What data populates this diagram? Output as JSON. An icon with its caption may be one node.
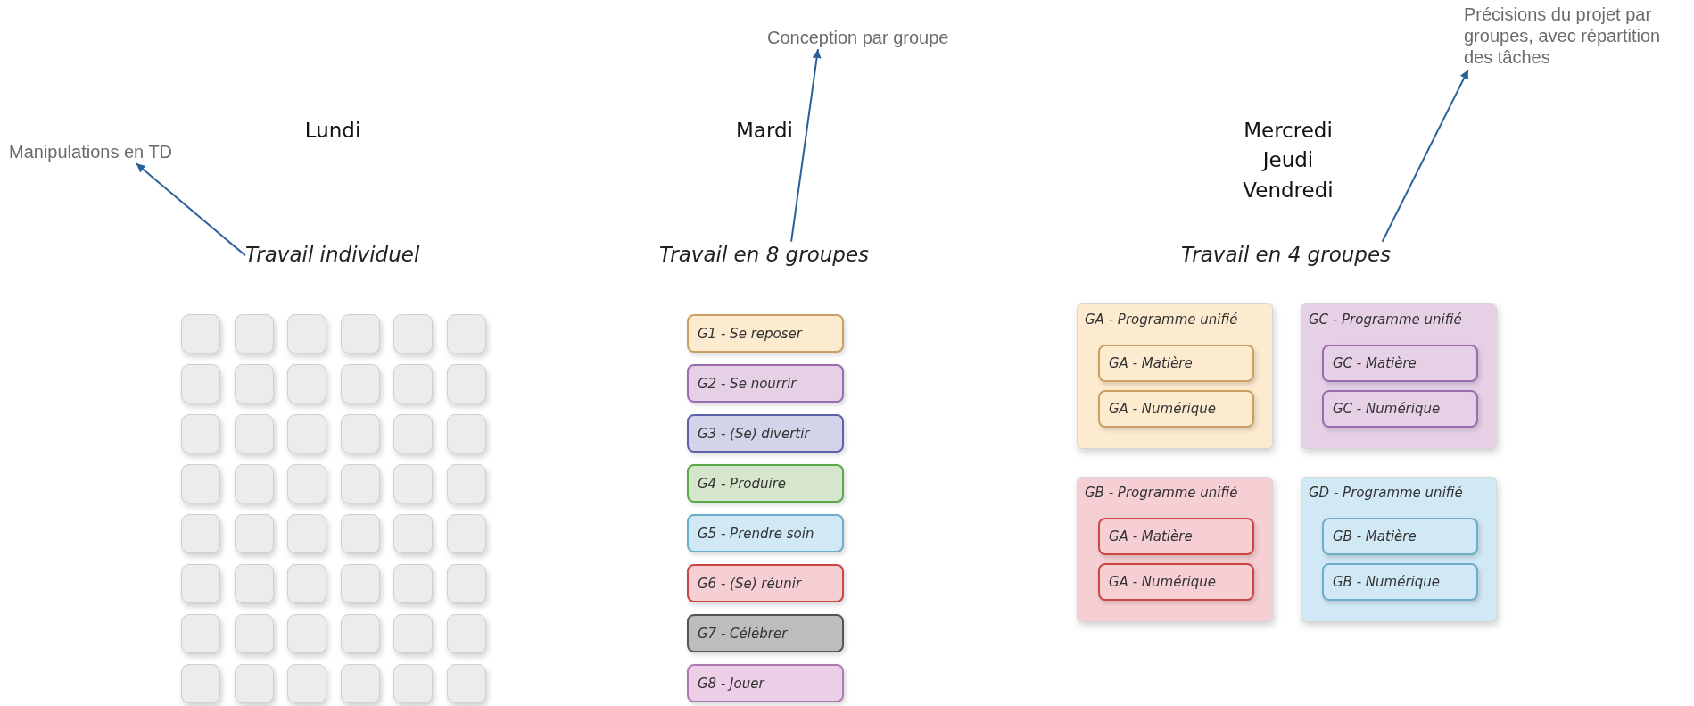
{
  "diagram": {
    "nodes": [
      {
        "text": [
          "Manipulations en TD"
        ]
      },
      {
        "text": [
          "Travail individuel"
        ]
      },
      {
        "text": [
          "Conception par groupe"
        ]
      },
      {
        "text": [
          "Travail en 8 groupes"
        ]
      },
      {
        "text": [
          "Précisions du projet par groupes, avec répartition des tâches"
        ]
      },
      {
        "text": [
          "Travail en 4 groupes"
        ]
      },
      {
        "text": [],
        "shape": "box"
      },
      {
        "text": [],
        "shape": "box"
      },
      {
        "text": [],
        "shape": "box"
      },
      {
        "text": [],
        "shape": "box"
      },
      {
        "text": [],
        "shape": "box"
      },
      {
        "text": [],
        "shape": "box"
      },
      {
        "text": [],
        "shape": "box"
      },
      {
        "text": [],
        "shape": "box"
      },
      {
        "text": [],
        "shape": "box"
      },
      {
        "text": [],
        "shape": "box"
      },
      {
        "text": [],
        "shape": "box"
      },
      {
        "text": [],
        "shape": "box"
      },
      {
        "text": [],
        "shape": "box"
      },
      {
        "text": [],
        "shape": "box"
      },
      {
        "text": [],
        "shape": "box"
      },
      {
        "text": [],
        "shape": "box"
      },
      {
        "text": [],
        "shape": "box"
      },
      {
        "text": [],
        "shape": "box"
      },
      {
        "text": [],
        "shape": "box"
      },
      {
        "text": [],
        "shape": "box"
      },
      {
        "text": [],
        "shape": "box"
      },
      {
        "text": [],
        "shape": "box"
      },
      {
        "text": [],
        "shape": "box"
      },
      {
        "text": [],
        "shape": "box"
      },
      {
        "text": [],
        "shape": "box"
      },
      {
        "text": [],
        "shape": "box"
      },
      {
        "text": [],
        "shape": "box"
      },
      {
        "text": [],
        "shape": "box"
      },
      {
        "text": [],
        "shape": "box"
      },
      {
        "text": [],
        "shape": "box"
      },
      {
        "text": [],
        "shape": "box"
      },
      {
        "text": [],
        "shape": "box"
      },
      {
        "text": [],
        "shape": "box"
      },
      {
        "text": [],
        "shape": "box"
      },
      {
        "text": [],
        "shape": "box"
      },
      {
        "text": [],
        "shape": "box"
      },
      {
        "text": [],
        "shape": "box"
      },
      {
        "text": [],
        "shape": "box"
      },
      {
        "text": [],
        "shape": "box"
      },
      {
        "text": [],
        "shape": "box"
      },
      {
        "text": [],
        "shape": "box"
      },
      {
        "text": [],
        "shape": "box"
      },
      {
        "text": [],
        "shape": "box"
      },
      {
        "text": [],
        "shape": "box"
      },
      {
        "text": [],
        "shape": "box"
      },
      {
        "text": [],
        "shape": "box"
      },
      {
        "text": [],
        "shape": "box"
      },
      {
        "text": [],
        "shape": "box"
      },
      {
        "text": [
          "G1 - Se reposer"
        ]
      },
      {
        "text": [
          "G2 - Se nourrir"
        ]
      },
      {
        "text": [
          "G3 - (Se) divertir"
        ]
      },
      {
        "text": [
          "G4 - Produire"
        ]
      },
      {
        "text": [
          "G5 - Prendre soin"
        ]
      },
      {
        "text": [
          "G6 - (Se) réunir"
        ]
      },
      {
        "text": [
          "G7 - Célébrer"
        ]
      },
      {
        "text": [
          "G8 - Jouer"
        ]
      },
      {
        "text": [
          "GA - Programme unifié"
        ]
      },
      {
        "text": [
          "GA - Matière"
        ],
        "in": 62
      },
      {
        "text": [
          "GA - Numérique"
        ],
        "in": 62
      },
      {
        "text": [
          "GC - Programme unifié"
        ]
      },
      {
        "text": [
          "GC - Matière"
        ],
        "in": 65
      },
      {
        "text": [
          "GC - Numérique"
        ],
        "in": 65
      },
      {
        "text": [
          "GB - Programme unifié"
        ]
      },
      {
        "text": [
          "GA - Matière"
        ],
        "in": 68
      },
      {
        "text": [
          "GA - Numérique"
        ],
        "in": 68
      },
      {
        "text": [
          "GD - Programme unifié"
        ]
      },
      {
        "text": [
          "GB - Matière"
        ],
        "in": 71
      },
      {
        "text": [
          "GB - Numérique"
        ],
        "in": 71
      }
    ],
    "edges": [
      {
        "from": 1,
        "to": 0,
        "arrow": "to"
      },
      {
        "from": 3,
        "to": 2,
        "arrow": "to"
      },
      {
        "from": 5,
        "to": 4,
        "arrow": "to"
      }
    ],
    "labels": [
      "Lundi",
      "Mardi",
      "Mercredi Jeudi Vendredi"
    ]
  }
}
